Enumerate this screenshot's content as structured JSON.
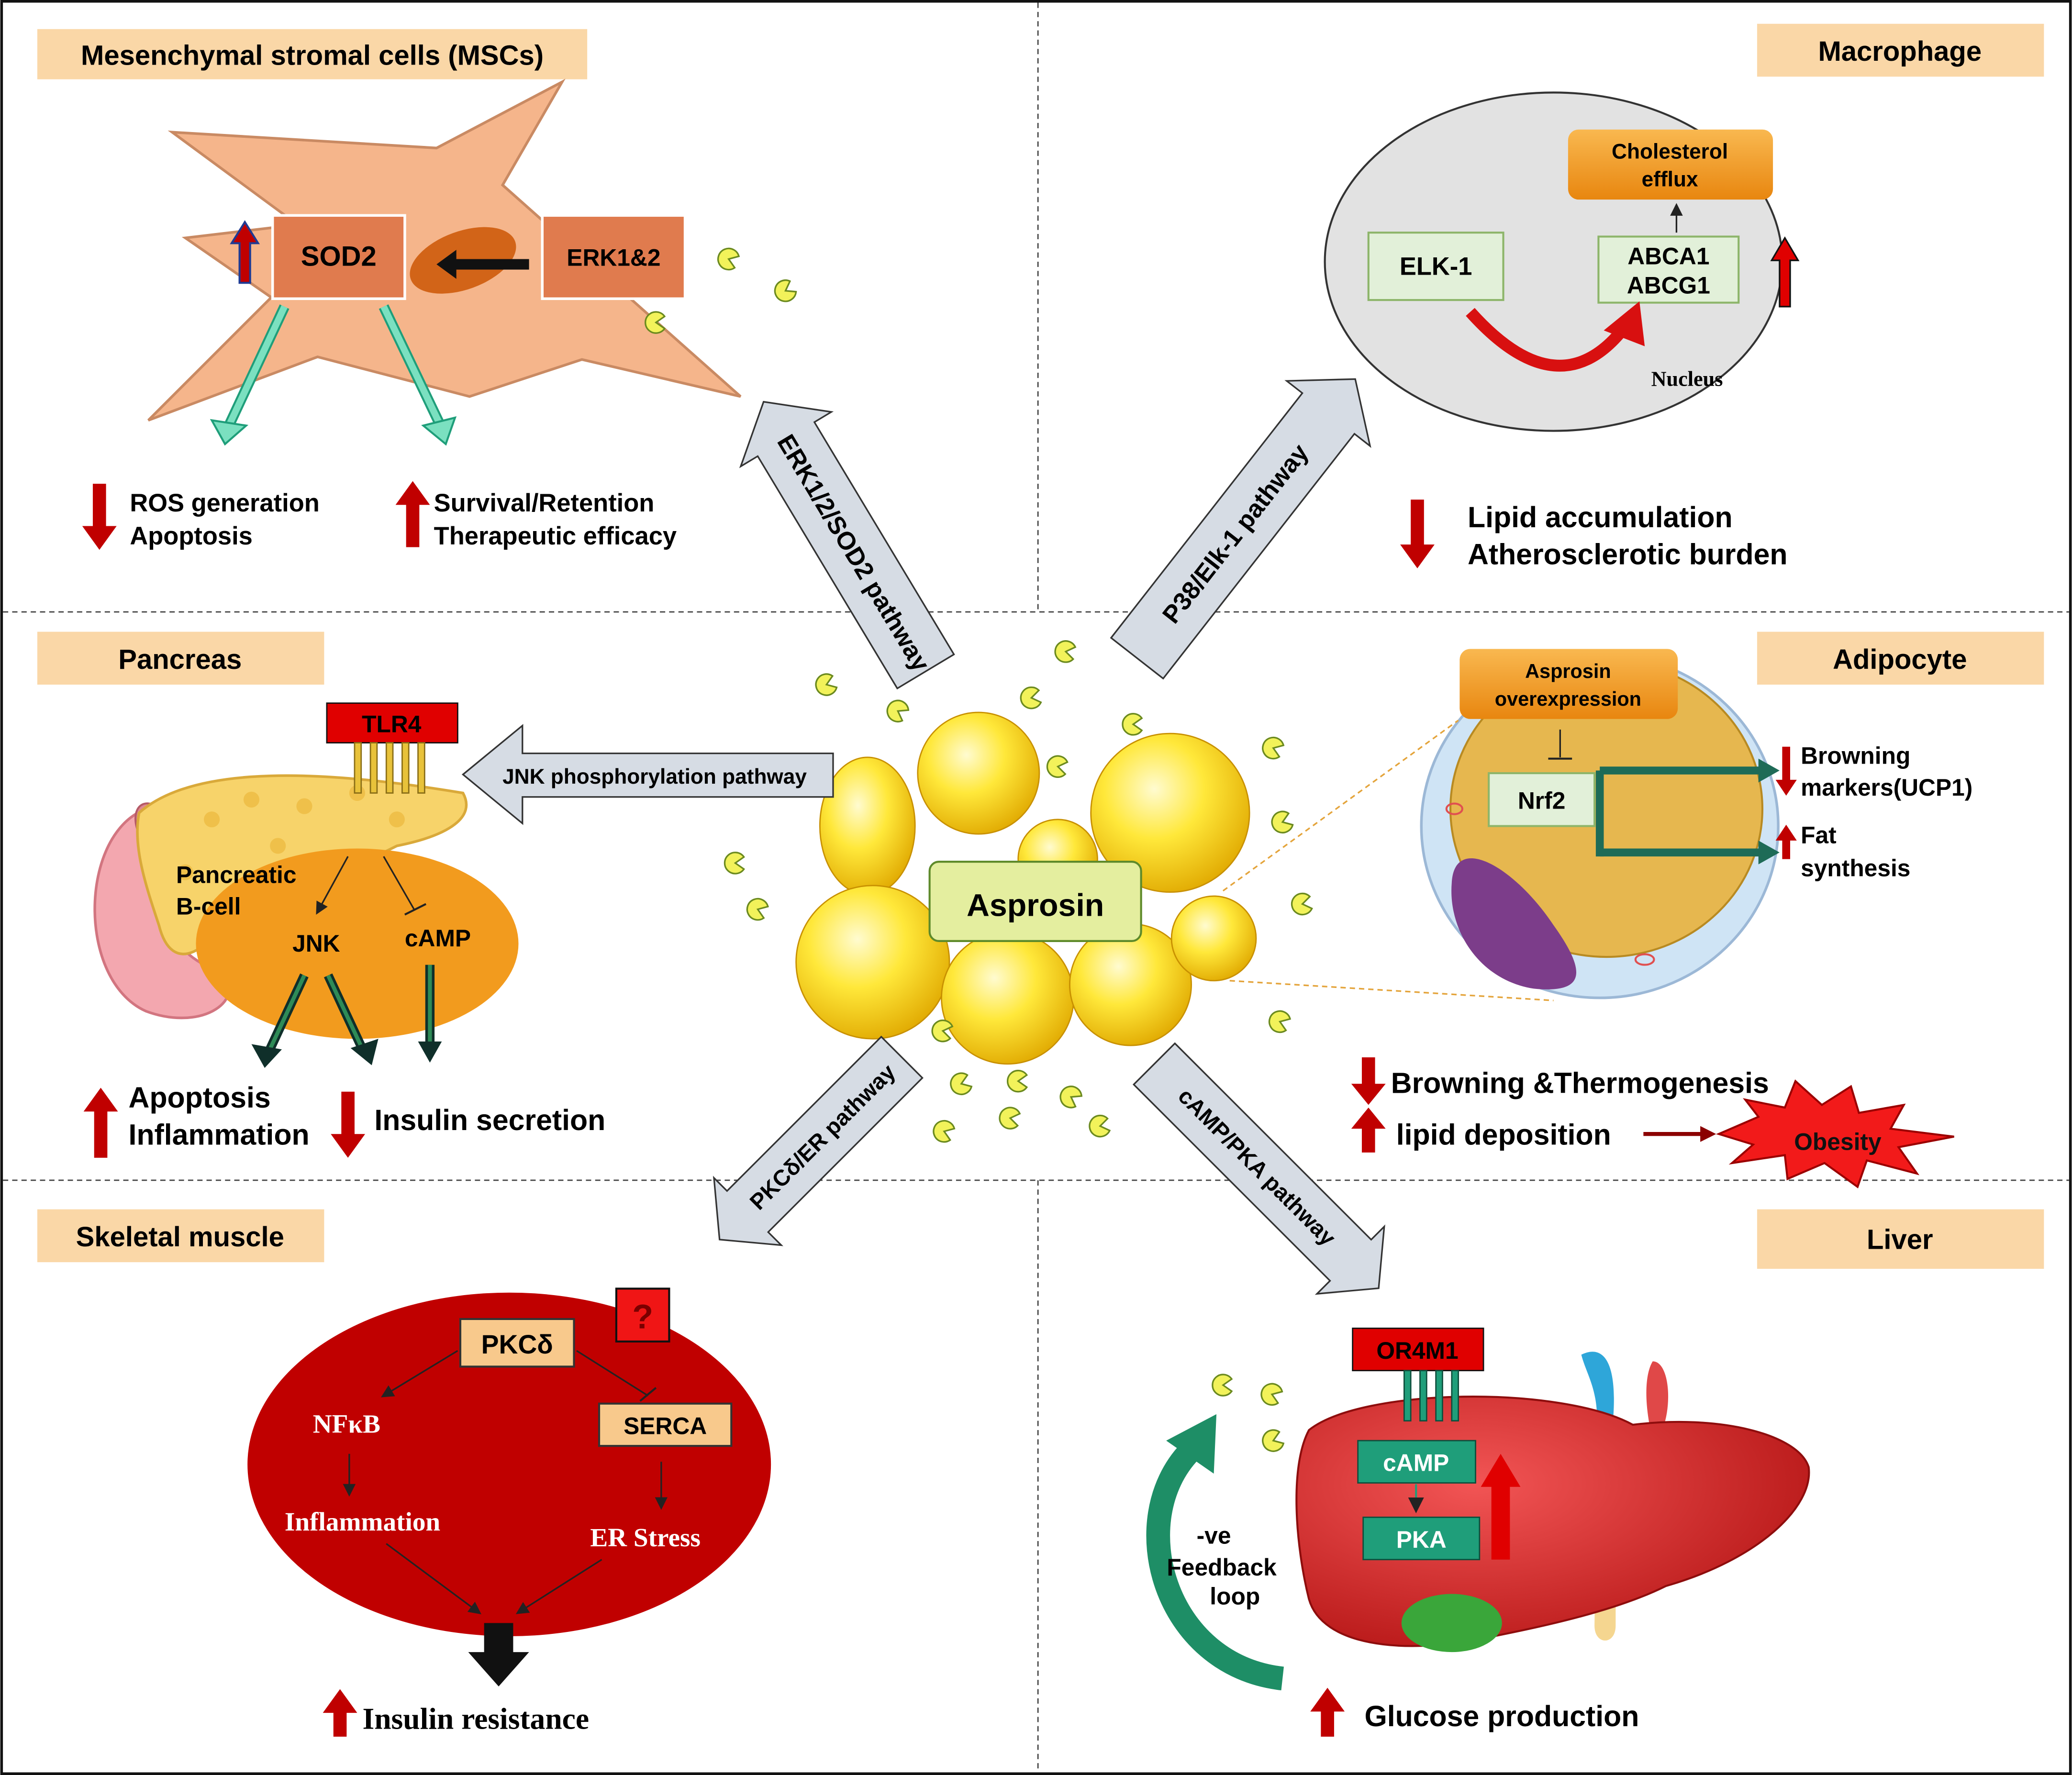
{
  "panels": {
    "mscs": {
      "title": "Mesenchymal stromal cells (MSCs)",
      "sod2": "SOD2",
      "erk": "ERK1&2",
      "down_lines": [
        "ROS generation",
        "Apoptosis"
      ],
      "up_lines": [
        "Survival/Retention",
        "Therapeutic efficacy"
      ]
    },
    "macrophage": {
      "title": "Macrophage",
      "cholesterol": [
        "Cholesterol",
        "efflux"
      ],
      "elk": "ELK-1",
      "abc": [
        "ABCA1",
        "ABCG1"
      ],
      "nucleus": "Nucleus",
      "effects": [
        "Lipid accumulation",
        "Atherosclerotic burden"
      ]
    },
    "pancreas": {
      "title": "Pancreas",
      "tlr4": "TLR4",
      "cell_label": [
        "Pancreatic",
        "B-cell"
      ],
      "jnk": "JNK",
      "camp": "cAMP",
      "up_lines": [
        "Apoptosis",
        "Inflammation"
      ],
      "down_line": "Insulin secretion"
    },
    "adipocyte": {
      "title": "Adipocyte",
      "overexpression": [
        "Asprosin",
        "overexpression"
      ],
      "nrf2": "Nrf2",
      "browning": [
        "Browning",
        "markers(UCP1)"
      ],
      "fat": [
        "Fat",
        "synthesis"
      ],
      "effect_down": "Browning &Thermogenesis",
      "effect_up": "lipid deposition",
      "obesity": "Obesity"
    },
    "muscle": {
      "title": "Skeletal muscle",
      "question": "?",
      "pkc": "PKCδ",
      "nfkb": "NFκB",
      "serca": "SERCA",
      "inflammation": "Inflammation",
      "er_stress": "ER Stress",
      "effect": "Insulin resistance"
    },
    "liver": {
      "title": "Liver",
      "receptor": "OR4M1",
      "camp": "cAMP",
      "pka": "PKA",
      "feedback": [
        "-ve",
        "Feedback",
        "loop"
      ],
      "effect": "Glucose production"
    }
  },
  "center": {
    "label": "Asprosin"
  },
  "pathways": {
    "erk": "ERK1/2/SOD2 pathway",
    "p38": "P38/Elk-1 pathway",
    "jnk": "JNK phosphorylation pathway",
    "pkc": "PKCδ/ER pathway",
    "camp": "cAMP/PKA pathway"
  },
  "colors": {
    "tag": "#FAD7A7",
    "red_arrow": "#C00000",
    "pathway_arrow": "#D6DCE4",
    "teal": "#1F9E7A",
    "orange_box": "#F4A021"
  }
}
